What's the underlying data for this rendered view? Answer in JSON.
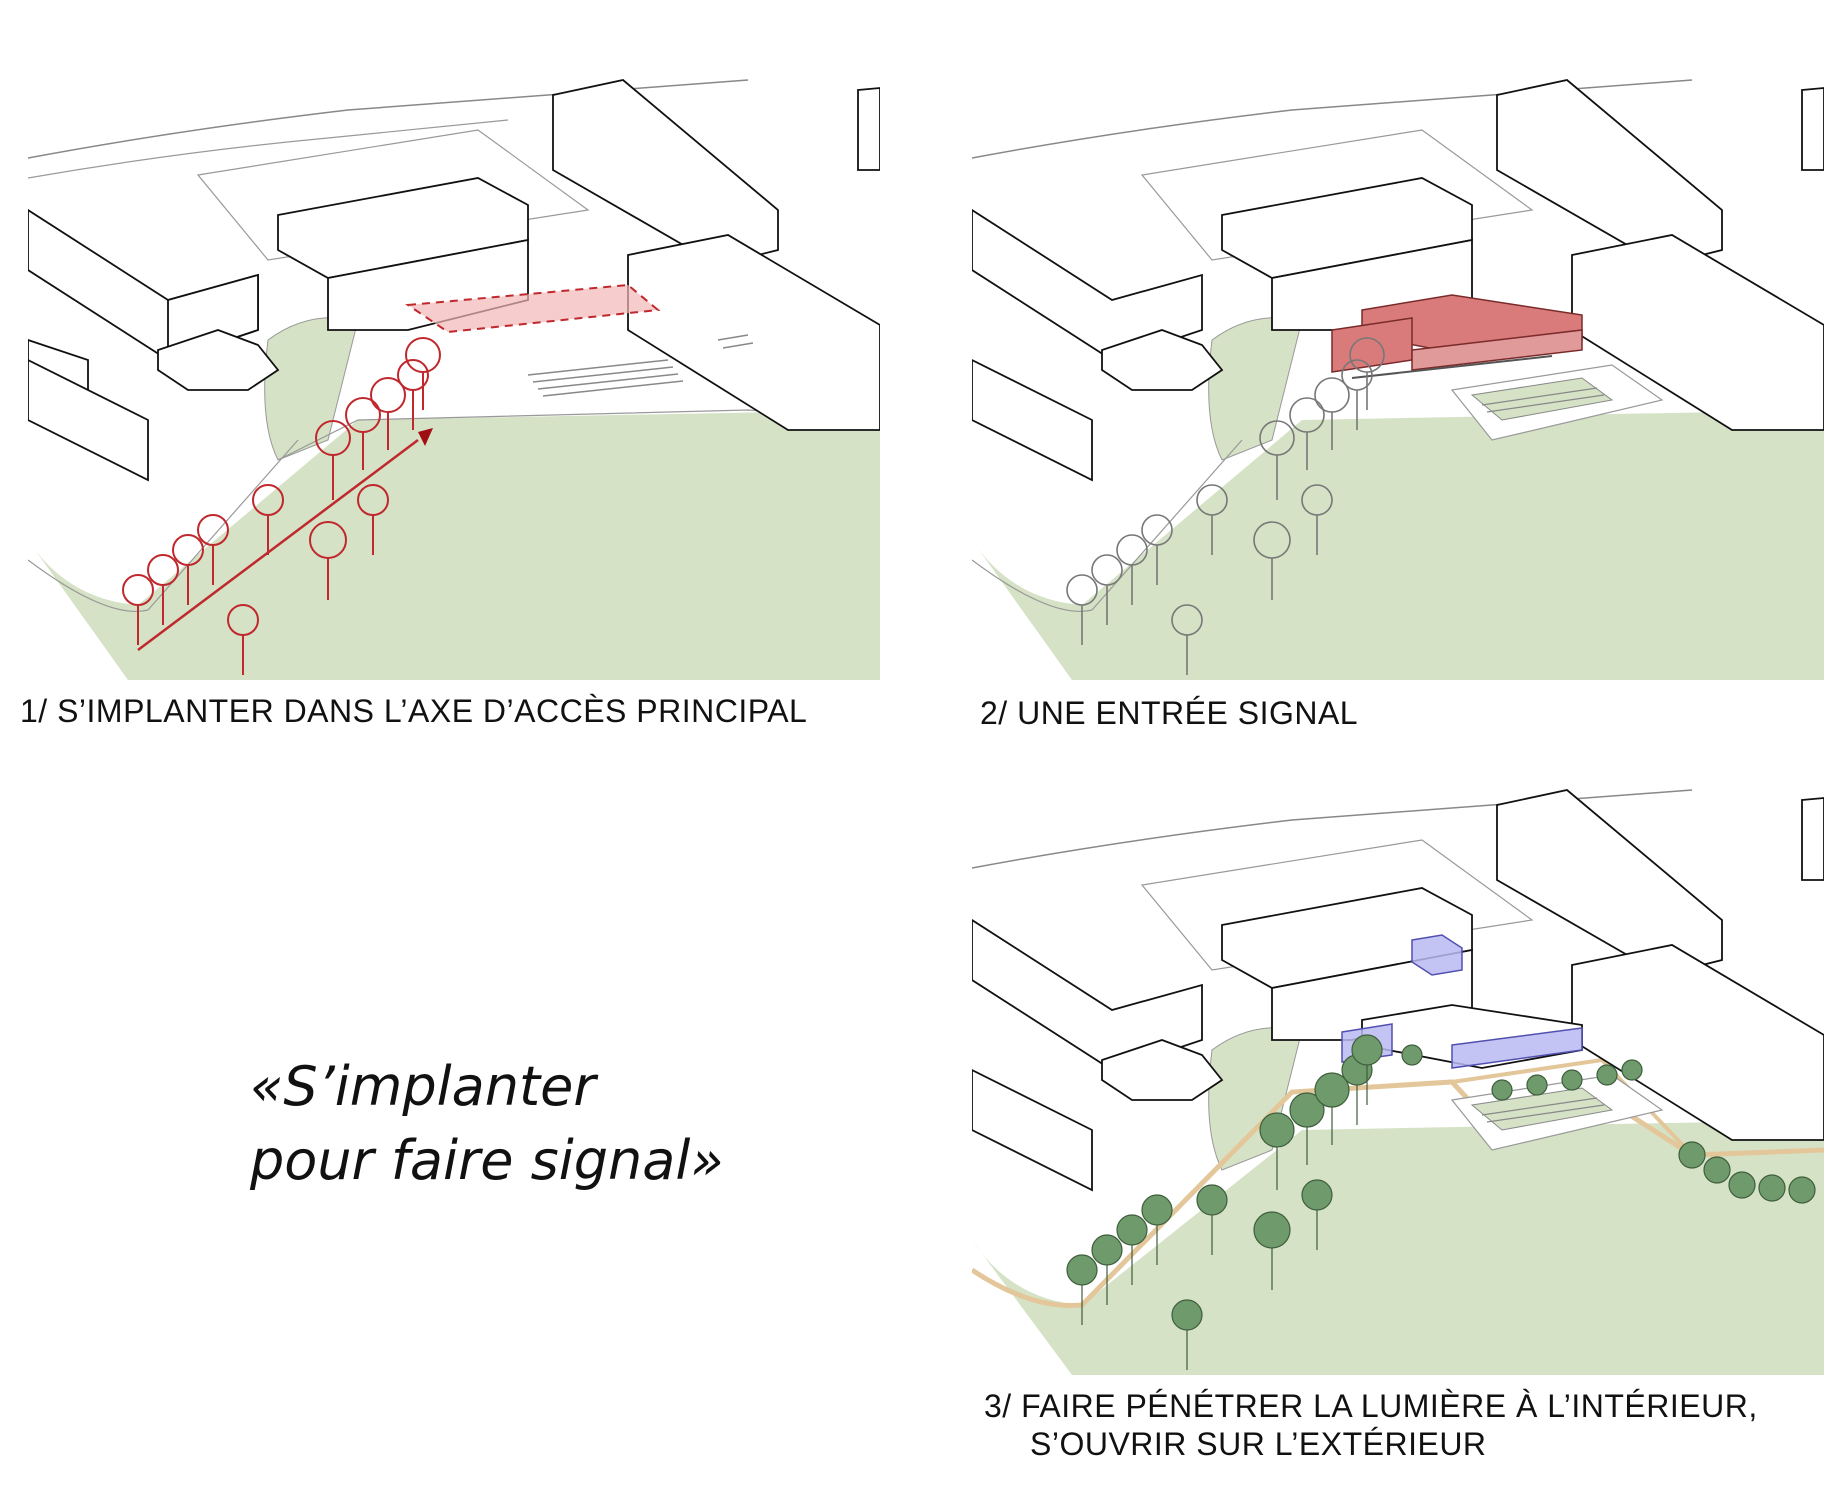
{
  "panels": [
    {
      "id": 1,
      "caption": "1/ S’IMPLANTER DANS L’AXE D’ACCÈS PRINCIPAL"
    },
    {
      "id": 2,
      "caption": "2/ UNE ENTRÉE SIGNAL"
    },
    {
      "id": 3,
      "caption_line1": "3/ FAIRE PÉNÉTRER LA LUMIÈRE À L’INTÉRIEUR,",
      "caption_line2": "S’OUVRIR SUR L’EXTÉRIEUR"
    }
  ],
  "quote": {
    "line1": "«S’implanter",
    "line2": "pour faire signal»"
  },
  "colors": {
    "green": "#d5e2c6",
    "red": "#c0282d",
    "red_fill": "#f2b6b6",
    "building_red": "#d97b7b",
    "blue": "#b9b9f2",
    "tree_green": "#6f9a6c",
    "path": "#e3c79a"
  }
}
